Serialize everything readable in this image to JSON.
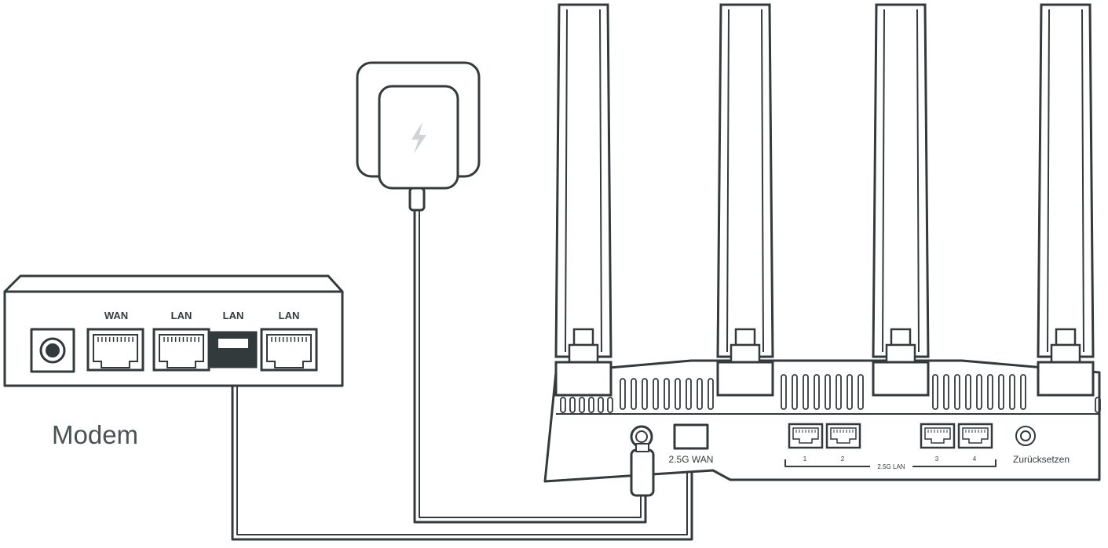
{
  "modem": {
    "title": "Modem",
    "ports": [
      "WAN",
      "LAN",
      "LAN",
      "LAN"
    ]
  },
  "router": {
    "wan_label": "2.5G WAN",
    "lan_group_label": "2.5G LAN",
    "lan_numbers": [
      "1",
      "2",
      "3",
      "4"
    ],
    "reset_label": "Zurücksetzen"
  },
  "colors": {
    "line": "#333a3c",
    "label": "#4a5256",
    "accent_bolt": "#cfd3d5"
  },
  "icons": [
    "power-adapter-icon",
    "lightning-bolt-icon",
    "ethernet-port-icon",
    "antenna-icon",
    "reset-button-icon",
    "power-jack-icon"
  ]
}
